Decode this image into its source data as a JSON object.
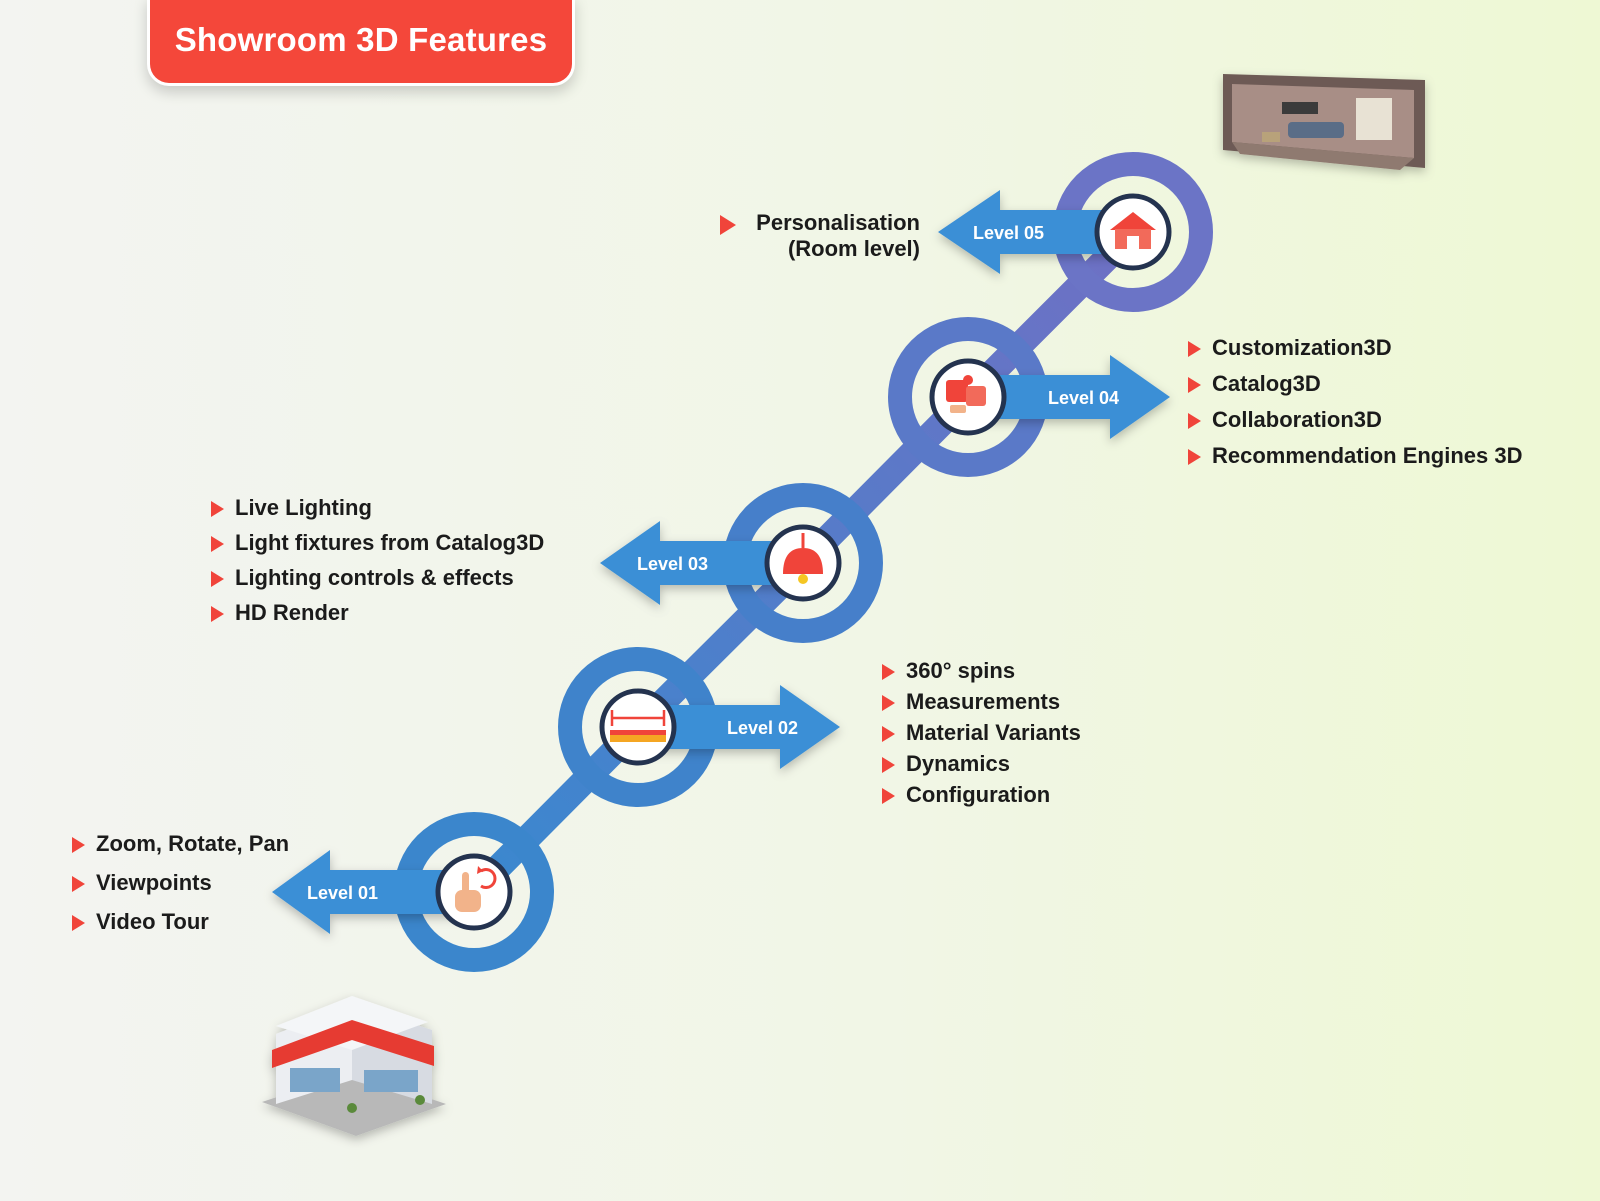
{
  "title": "Showroom 3D Features",
  "levels": [
    {
      "label": "Level 01",
      "icon": "hand-rotate-icon",
      "features": [
        "Zoom, Rotate, Pan",
        "Viewpoints",
        "Video Tour"
      ]
    },
    {
      "label": "Level 02",
      "icon": "ruler-measure-icon",
      "features": [
        "360° spins",
        "Measurements",
        "Material Variants",
        "Dynamics",
        "Configuration"
      ]
    },
    {
      "label": "Level 03",
      "icon": "lamp-icon",
      "features": [
        "Live Lighting",
        "Light fixtures from Catalog3D",
        "Lighting controls & effects",
        "HD Render"
      ]
    },
    {
      "label": "Level 04",
      "icon": "puzzle-icon",
      "features": [
        "Customization3D",
        "Catalog3D",
        "Collaboration3D",
        "Recommendation Engines 3D"
      ]
    },
    {
      "label": "Level 05",
      "icon": "house-icon",
      "features": [
        "Personalisation (Room level)"
      ]
    }
  ],
  "colors": {
    "accent": "#f0443a",
    "ring_dark": "#3a86c8",
    "ring_light": "#6a78c8",
    "arrow": "#3b8fd6"
  }
}
